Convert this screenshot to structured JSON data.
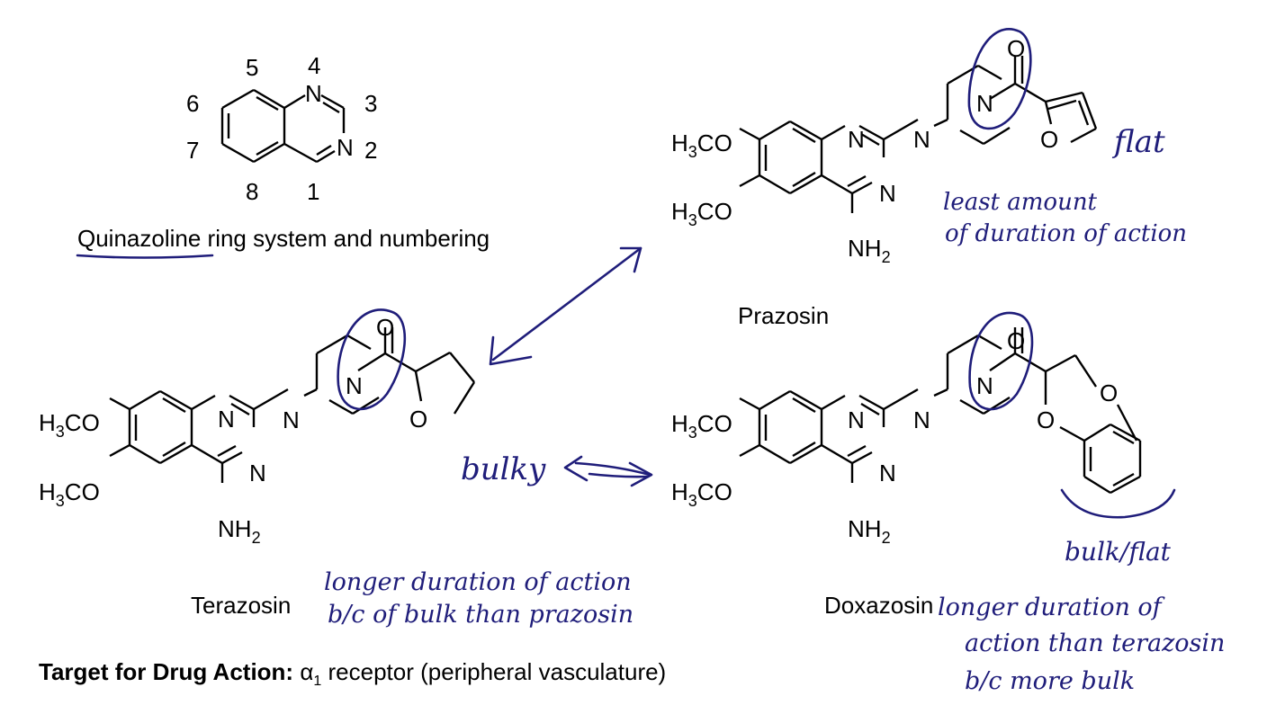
{
  "atoms": {
    "N": "N",
    "O": "O",
    "H3CO_base": "H",
    "H3CO_sub": "3",
    "H3CO_tail": "CO",
    "NH2_base": "NH",
    "NH2_sub": "2"
  },
  "quinazoline": {
    "numbers": [
      "5",
      "4",
      "6",
      "3",
      "7",
      "2",
      "8",
      "1"
    ],
    "caption": "Quinazoline ring system and numbering"
  },
  "drugs": {
    "prazosin": "Prazosin",
    "terazosin": "Terazosin",
    "doxazosin": "Doxazosin"
  },
  "target": {
    "label": "Target for Drug Action:",
    "receptor_symbol": "α",
    "receptor_sub": "1",
    "rest": " receptor (peripheral vasculature)"
  },
  "handwritten": {
    "flat": "flat",
    "least_line1": "least amount",
    "least_line2": "of duration of action",
    "bulky": "bulky",
    "bulk_flat": "bulk/flat",
    "terazosin_line1": "longer duration of action",
    "terazosin_line2": "b/c of bulk than prazosin",
    "doxazosin_line1": "longer duration of",
    "doxazosin_line2": "action than terazosin",
    "doxazosin_line3": "b/c more bulk"
  },
  "colors": {
    "ink": "#1f1d7a",
    "text": "#000000"
  }
}
